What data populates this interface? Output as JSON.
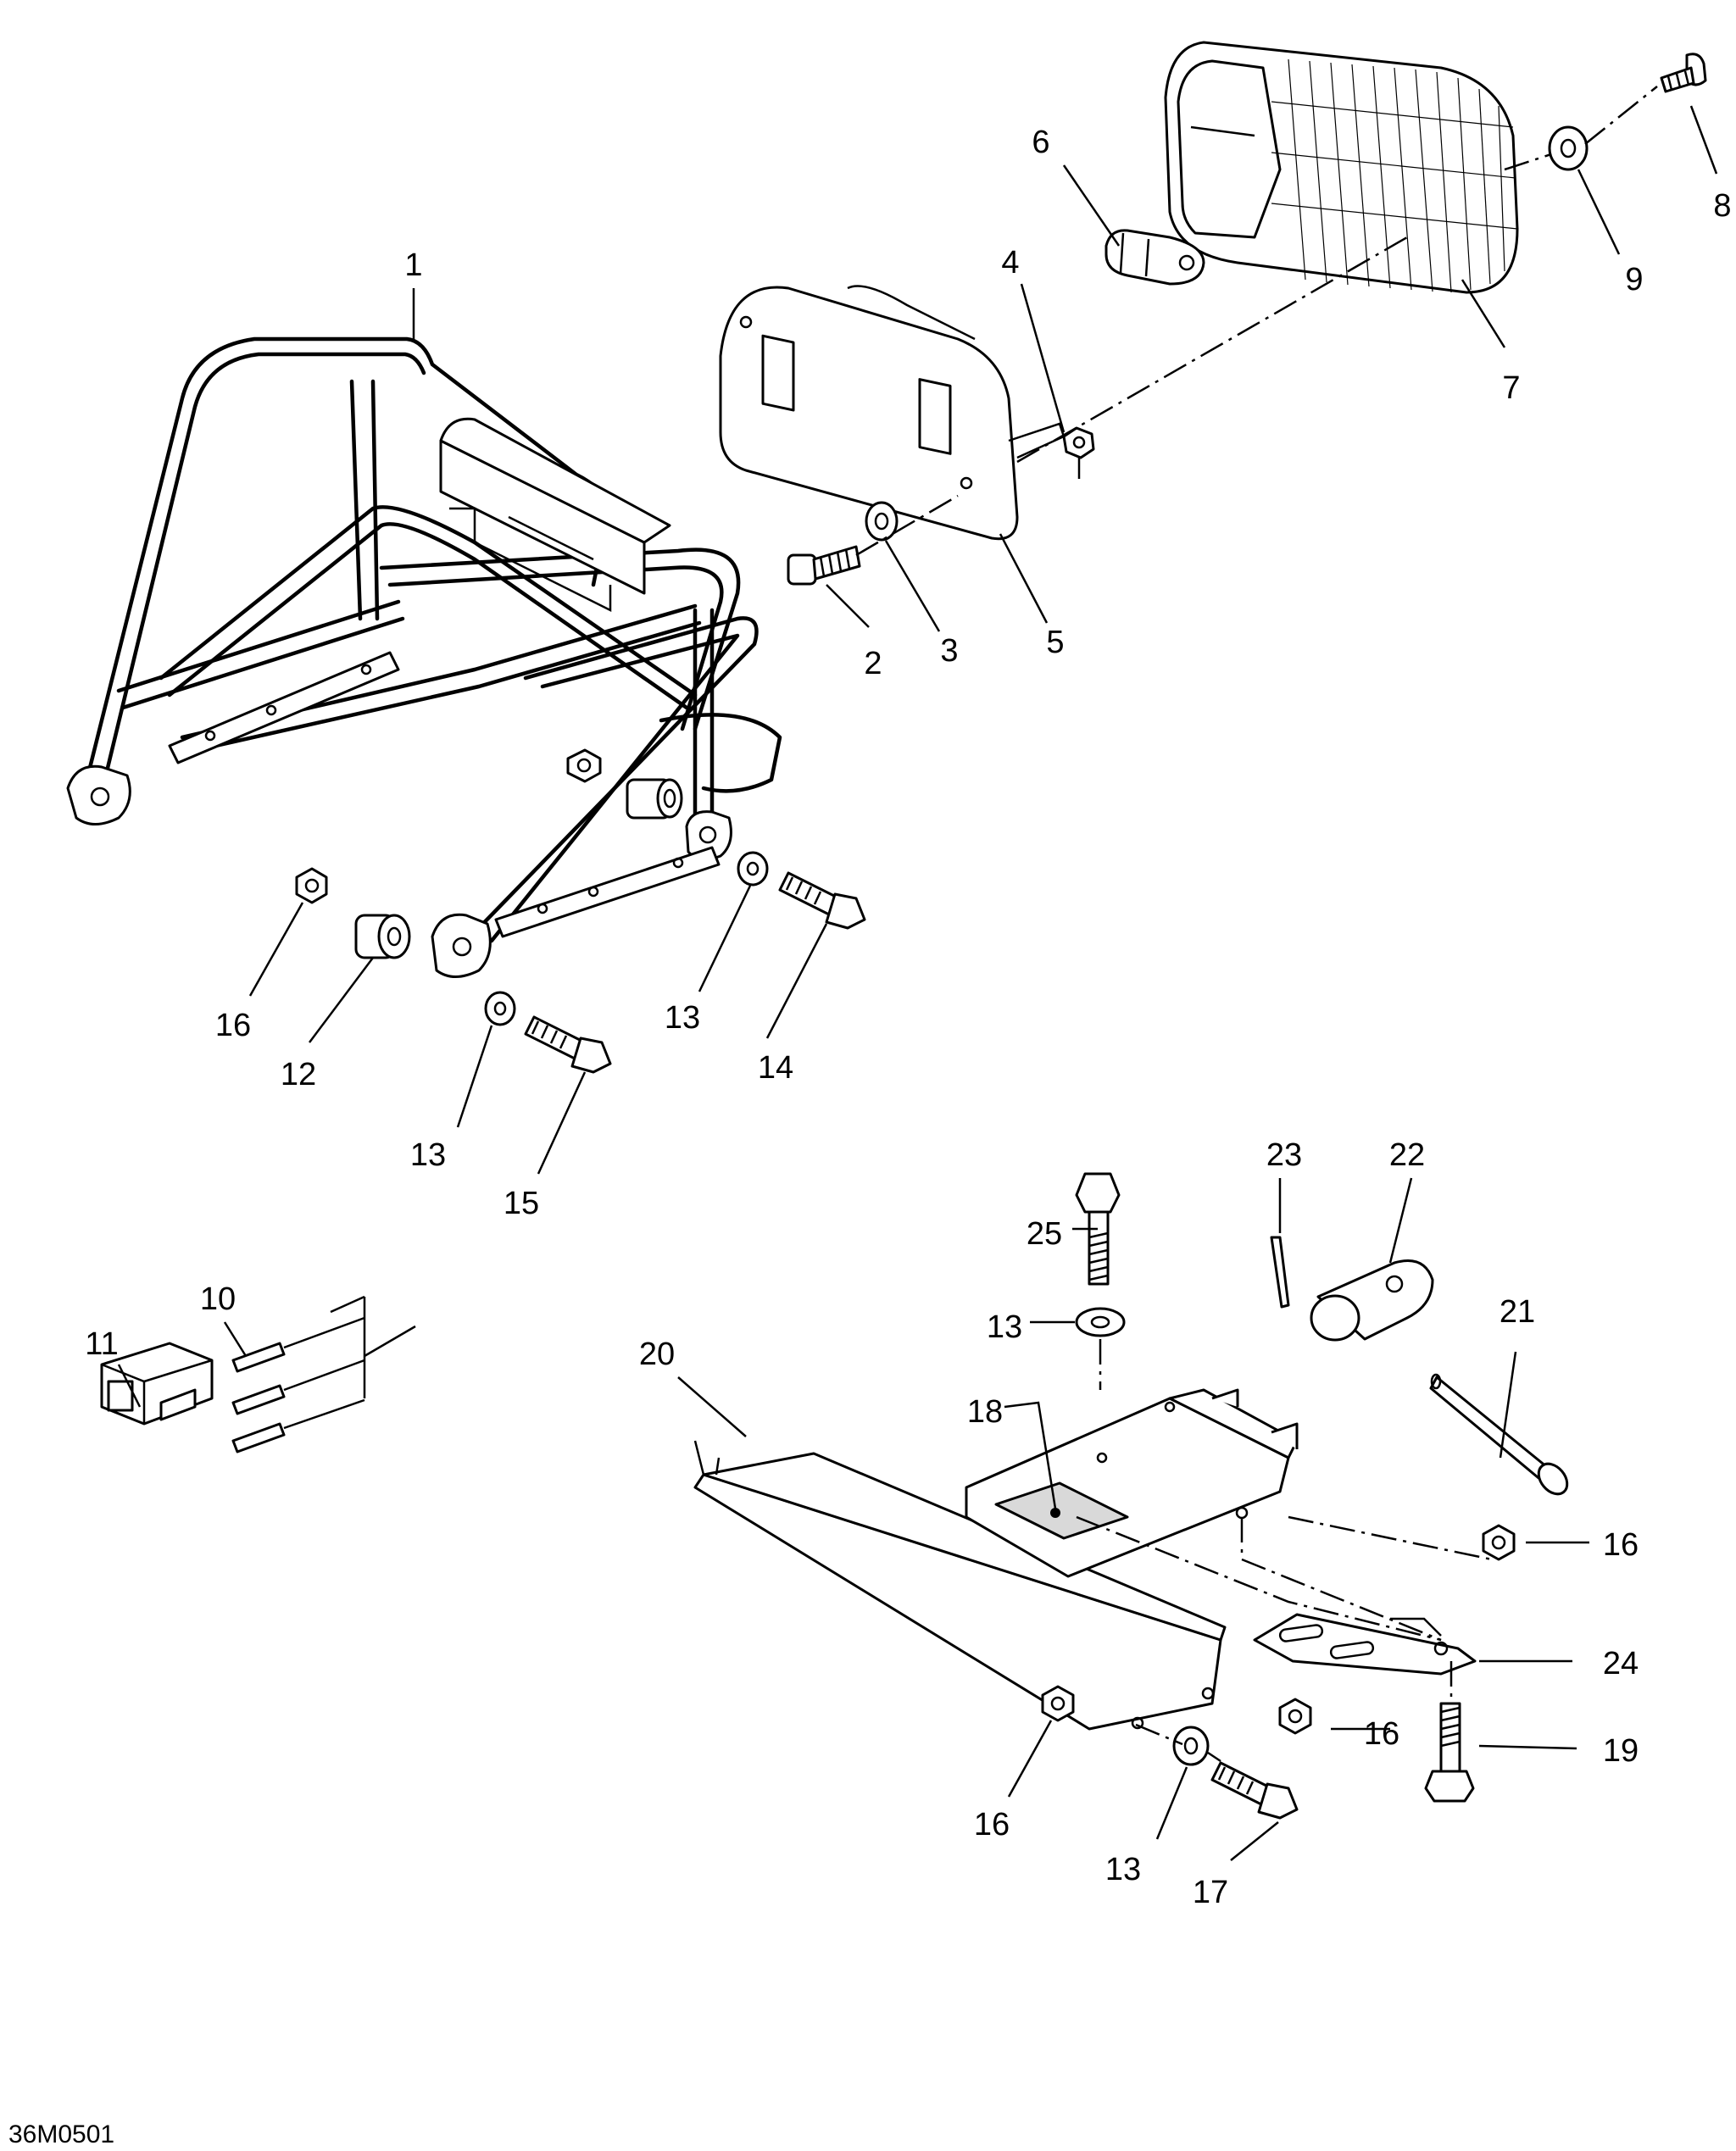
{
  "figure_code": "36M0501",
  "callouts": [
    "1",
    "2",
    "3",
    "4",
    "5",
    "6",
    "7",
    "8",
    "9",
    "10",
    "11",
    "12",
    "13",
    "14",
    "15",
    "16",
    "17",
    "18",
    "19",
    "20",
    "21",
    "22",
    "23",
    "24",
    "25"
  ],
  "label_13": "13",
  "label_16": "16"
}
